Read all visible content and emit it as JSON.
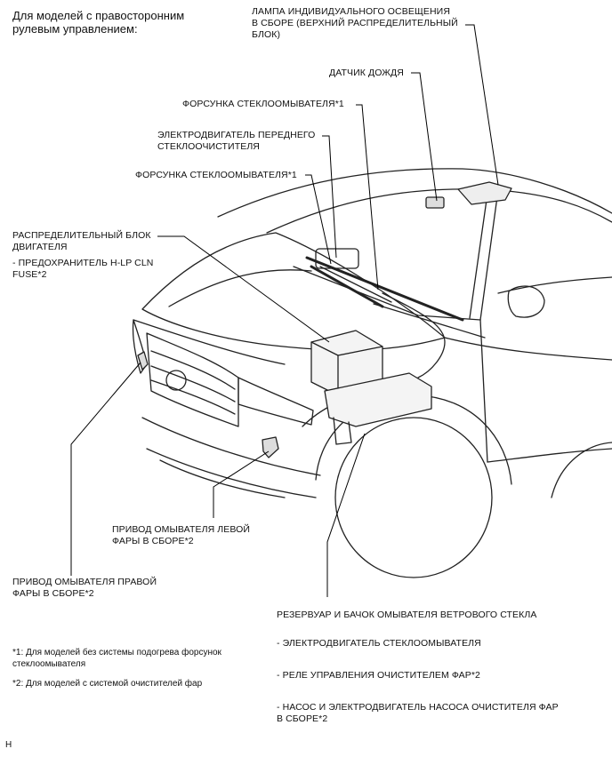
{
  "header": {
    "text": "Для моделей с правосторонним\nрулевым управлением:"
  },
  "labels": {
    "room_lamp": "ЛАМПА ИНДИВИДУАЛЬНОГО ОСВЕЩЕНИЯ\nВ СБОРЕ (ВЕРХНИЙ РАСПРЕДЕЛИТЕЛЬНЫЙ\nБЛОК)",
    "rain_sensor": "ДАТЧИК ДОЖДЯ",
    "washer_nozzle_1": "ФОРСУНКА СТЕКЛООМЫВАТЕЛЯ*1",
    "wiper_motor": "ЭЛЕКТРОДВИГАТЕЛЬ ПЕРЕДНЕГО\nСТЕКЛООЧИСТИТЕЛЯ",
    "washer_nozzle_2": "ФОРСУНКА СТЕКЛООМЫВАТЕЛЯ*1",
    "engine_box": "РАСПРЕДЕЛИТЕЛЬНЫЙ БЛОК\nДВИГАТЕЛЯ",
    "fuse": "- ПРЕДОХРАНИТЕЛЬ H-LP CLN\nFUSE*2",
    "left_actuator": "ПРИВОД ОМЫВАТЕЛЯ ЛЕВОЙ\nФАРЫ В СБОРЕ*2",
    "right_actuator": "ПРИВОД ОМЫВАТЕЛЯ ПРАВОЙ\nФАРЫ В СБОРЕ*2",
    "reservoir": "РЕЗЕРВУАР И БАЧОК ОМЫВАТЕЛЯ ВЕТРОВОГО СТЕКЛА",
    "washer_motor": "- ЭЛЕКТРОДВИГАТЕЛЬ СТЕКЛООМЫВАТЕЛЯ",
    "relay": "- РЕЛЕ УПРАВЛЕНИЯ ОЧИСТИТЕЛЕМ ФАР*2",
    "pump": "- НАСОС И ЭЛЕКТРОДВИГАТЕЛЬ НАСОСА ОЧИСТИТЕЛЯ ФАР\nВ СБОРЕ*2"
  },
  "notes": {
    "n1": "*1: Для моделей без системы подогрева форсунок\nстеклоомывателя",
    "n2": "*2: Для моделей с системой очистителей фар"
  },
  "figure_code": "H"
}
